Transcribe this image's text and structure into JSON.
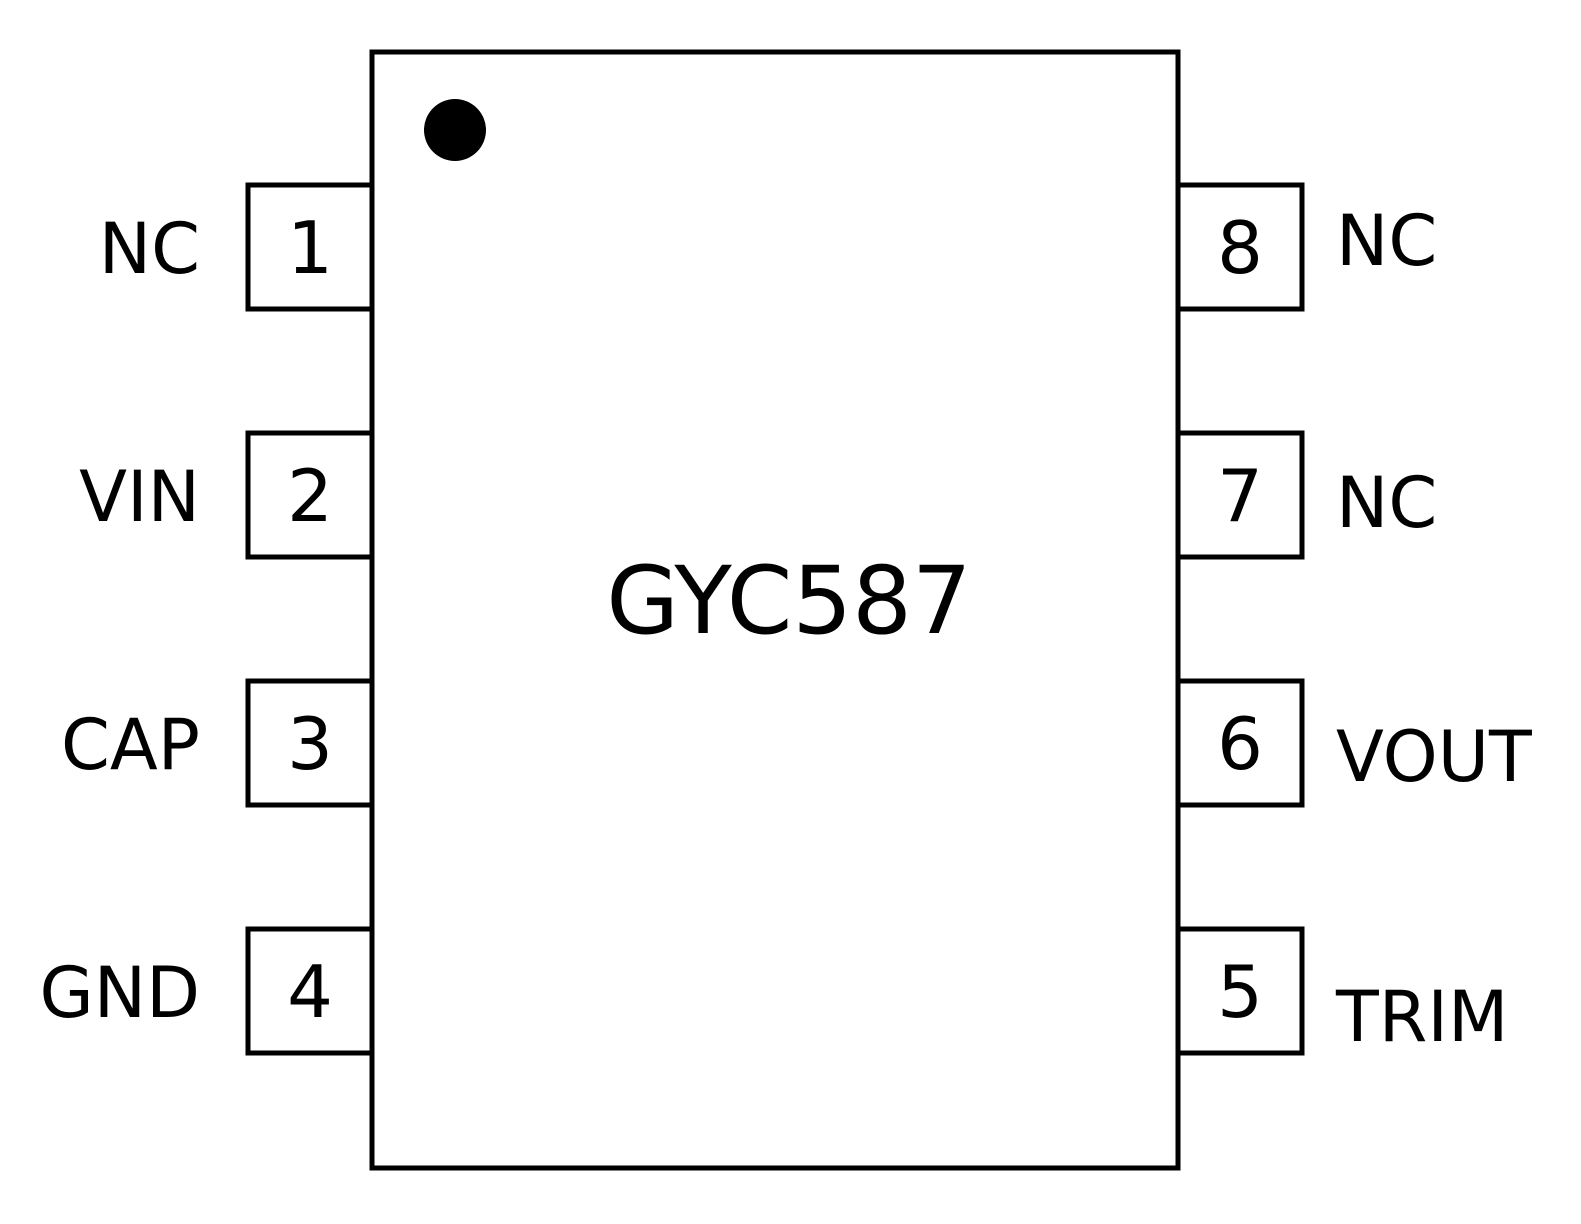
{
  "part_name": "GYC587",
  "pins": [
    {
      "number": "1",
      "label": "NC"
    },
    {
      "number": "2",
      "label": "VIN"
    },
    {
      "number": "3",
      "label": "CAP"
    },
    {
      "number": "4",
      "label": "GND"
    },
    {
      "number": "5",
      "label": "TRIM"
    },
    {
      "number": "6",
      "label": "VOUT"
    },
    {
      "number": "7",
      "label": "NC"
    },
    {
      "number": "8",
      "label": "NC"
    }
  ]
}
